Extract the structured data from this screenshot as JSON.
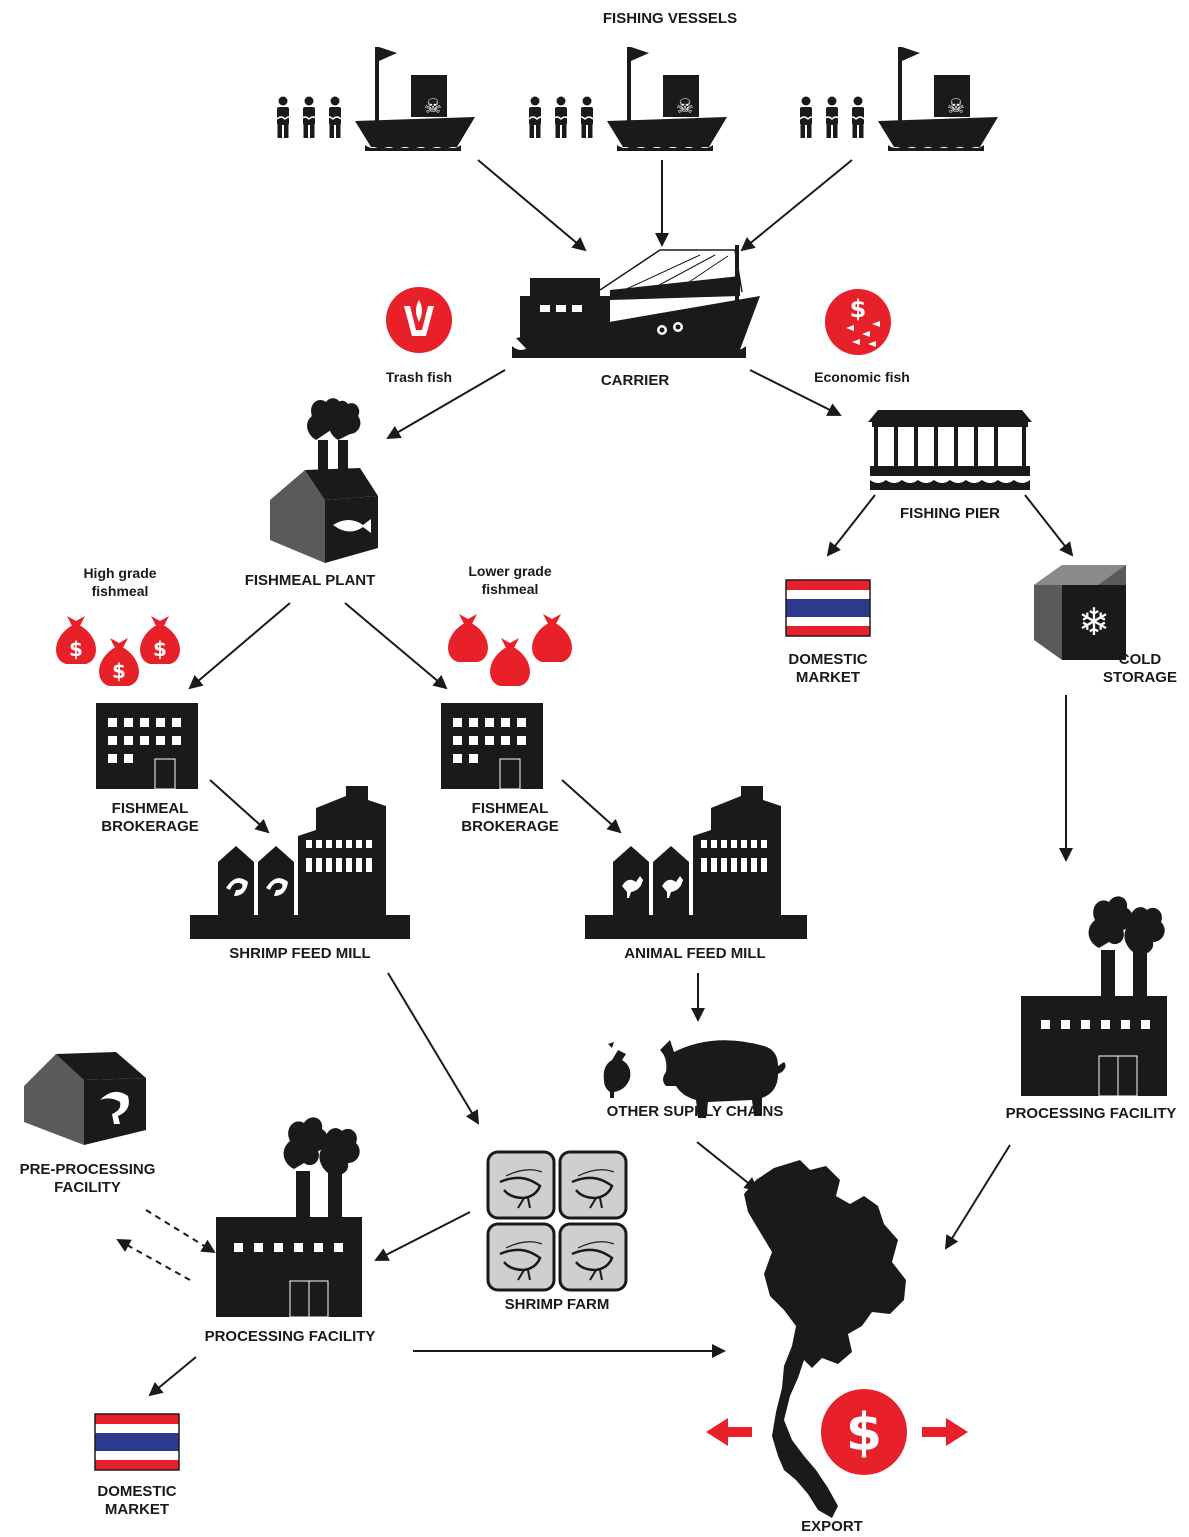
{
  "labels": {
    "fishing_vessels": "FISHING VESSELS",
    "carrier": "CARRIER",
    "trash_fish": "Trash fish",
    "economic_fish": "Economic fish",
    "fishmeal_plant": "FISHMEAL PLANT",
    "high_grade": "High grade\nfishmeal",
    "lower_grade": "Lower grade\nfishmeal",
    "brokerage_1": "FISHMEAL\nBROKERAGE",
    "brokerage_2": "FISHMEAL\nBROKERAGE",
    "shrimp_feed_mill": "SHRIMP FEED MILL",
    "animal_feed_mill": "ANIMAL FEED MILL",
    "fishing_pier": "FISHING PIER",
    "domestic_market_1": "DOMESTIC\nMARKET",
    "cold_storage": "COLD\nSTORAGE",
    "processing_facility_right": "PROCESSING FACILITY",
    "other_supply_chains": "OTHER SUPPLY CHAINS",
    "pre_processing": "PRE-PROCESSING\nFACILITY",
    "processing_facility_left": "PROCESSING FACILITY",
    "shrimp_farm": "SHRIMP FARM",
    "domestic_market_2": "DOMESTIC\nMARKET",
    "export": "EXPORT"
  },
  "icons": {
    "currency_symbol": "$",
    "snowflake": "❄",
    "skull": "☠"
  },
  "colors": {
    "ink": "#1a1a1a",
    "accent_red": "#e8202a",
    "house_grey": "#5a5a5a",
    "farm_grey": "#cfcfcf",
    "flag_blue": "#2b3a8c"
  }
}
